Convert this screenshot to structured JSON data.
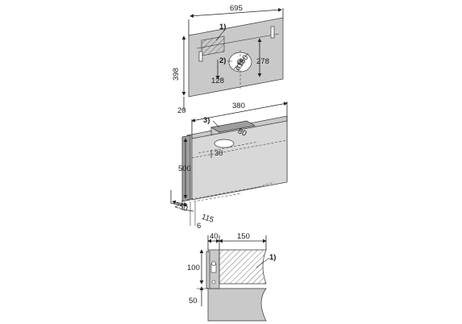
{
  "top_view": {
    "dim_width": "695",
    "dim_height": "398",
    "dim_bottom": "20",
    "dim_inner_height": "278",
    "dim_offset": "128",
    "dim_circle": "ø150",
    "callout_1": "1)",
    "callout_2": "2)"
  },
  "middle_view": {
    "dim_width": "380",
    "dim_height": "500",
    "dim_depth": "250",
    "dim_a": "30",
    "dim_b": "80",
    "dim_c": "115",
    "dim_d": "6",
    "callout_3": "3)"
  },
  "detail_view": {
    "dim_40": "40",
    "dim_150": "150",
    "dim_100": "100",
    "dim_50": "50",
    "callout_1": "1)"
  },
  "colors": {
    "panel": "#c9c9c9",
    "panel_dark": "#9e9e9e",
    "line": "#222222"
  }
}
